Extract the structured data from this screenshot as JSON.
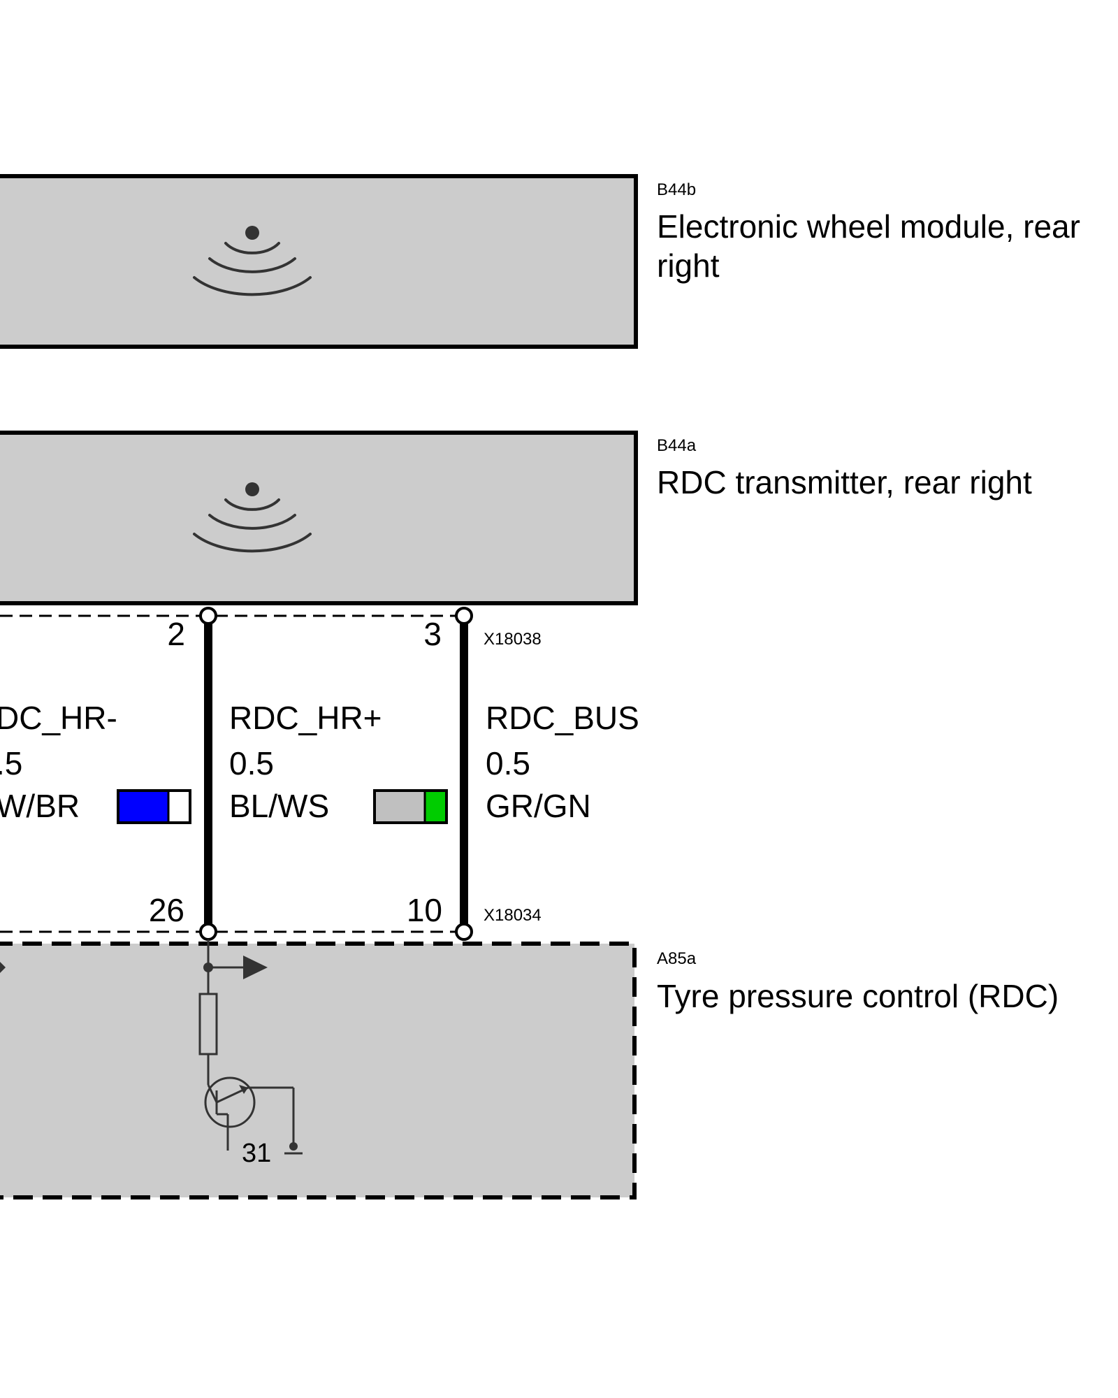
{
  "components": {
    "wheel_module": {
      "code": "B44b",
      "name_line1": "Electronic wheel module, rear",
      "name_line2": "right"
    },
    "transmitter": {
      "code": "B44a",
      "name": "RDC transmitter, rear right"
    },
    "control_unit": {
      "code": "A85a",
      "name": "Tyre pressure control (RDC)",
      "ground_label": "31"
    }
  },
  "connectors": {
    "top": {
      "code": "X18038",
      "pins": [
        "2",
        "3"
      ]
    },
    "bottom": {
      "code": "X18034",
      "pins": [
        "26",
        "10"
      ]
    }
  },
  "wires": [
    {
      "signal": "DC_HR-",
      "cross_section": ".5",
      "color_code": "W/BR",
      "swatch": [
        "#0000ff",
        "#ffffff"
      ]
    },
    {
      "signal": "RDC_HR+",
      "cross_section": "0.5",
      "color_code": "BL/WS",
      "swatch": [
        "#c0c0c0",
        "#00cc00"
      ]
    },
    {
      "signal": "RDC_BUS",
      "cross_section": "0.5",
      "color_code": "GR/GN"
    }
  ],
  "colors": {
    "box_fill": "#cccccc",
    "symbol": "#333333",
    "line": "#000000"
  }
}
